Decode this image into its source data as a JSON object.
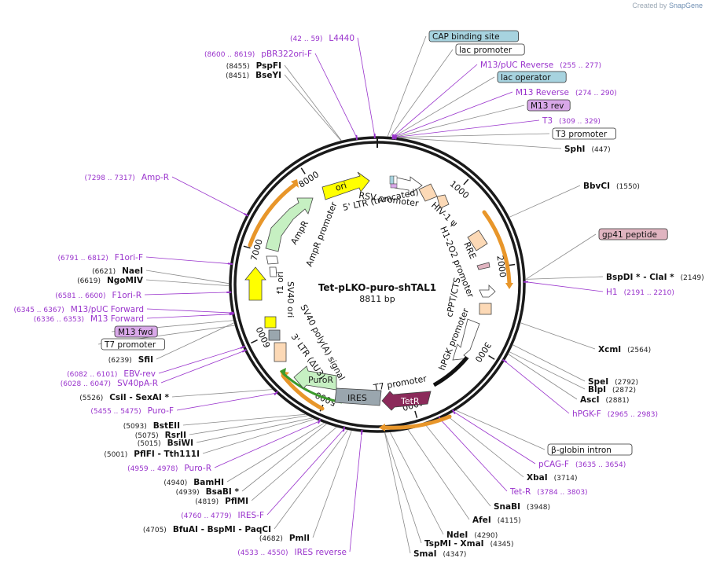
{
  "credit": {
    "prefix": "Created by",
    "brand": "SnapGene"
  },
  "plasmid": {
    "name": "Tet-pLKO-puro-shTAL1",
    "length": "8811 bp"
  },
  "colors": {
    "backbone": "#1a1a1a",
    "label": "#111111",
    "primer": "#9933cc",
    "orange": "#e8962a",
    "yellow": "#ffff00",
    "green": "#c6f0c2",
    "puro": "#4ea837",
    "ires": "#9aa6ae",
    "tetr": "#8b2a5a",
    "peach": "#fcd9b6",
    "white": "#ffffff",
    "blue_feature": "#a7d3df",
    "pink_feature": "#d8a8e8",
    "gp41": "#e0b4c0"
  },
  "ticks": [
    "1000",
    "2000",
    "3000",
    "4000",
    "5000",
    "6000",
    "7000",
    "8000"
  ],
  "site_labels": [
    {
      "pos": "(8600 .. 8619)",
      "name": "pBR322ori-F",
      "kind": "primer"
    },
    {
      "pos": "(42 .. 59)",
      "name": "L4440",
      "kind": "primer"
    },
    {
      "pos": "",
      "name": "CAP binding site",
      "kind": "box-blue"
    },
    {
      "pos": "",
      "name": "lac promoter",
      "kind": "box-white"
    },
    {
      "pos": "(255 .. 277)",
      "name": "M13/pUC Reverse",
      "kind": "primer",
      "pos_after": true
    },
    {
      "pos": "",
      "name": "lac operator",
      "kind": "box-blue"
    },
    {
      "pos": "(274 .. 290)",
      "name": "M13 Reverse",
      "kind": "primer",
      "pos_after": true
    },
    {
      "pos": "",
      "name": "M13 rev",
      "kind": "box-pink"
    },
    {
      "pos": "(309 .. 329)",
      "name": "T3",
      "kind": "primer",
      "pos_after": true
    },
    {
      "pos": "",
      "name": "T3 promoter",
      "kind": "box-white"
    },
    {
      "pos": "(447)",
      "name": "SphI",
      "kind": "enzyme",
      "pos_after": true
    },
    {
      "pos": "(8455)",
      "name": "PspFI",
      "kind": "enzyme"
    },
    {
      "pos": "(8451)",
      "name": "BseYI",
      "kind": "enzyme"
    },
    {
      "pos": "(1550)",
      "name": "BbvCI",
      "kind": "enzyme",
      "pos_after": true
    },
    {
      "pos": "(7298 .. 7317)",
      "name": "Amp-R",
      "kind": "primer"
    },
    {
      "pos": "",
      "name": "gp41 peptide",
      "kind": "box-gp41"
    },
    {
      "pos": "(6791 .. 6812)",
      "name": "F1ori-F",
      "kind": "primer"
    },
    {
      "pos": "(6621)",
      "name": "NaeI",
      "kind": "enzyme"
    },
    {
      "pos": "(6619)",
      "name": "NgoMIV",
      "kind": "enzyme"
    },
    {
      "pos": "(2149)",
      "name": "BspDI * - ClaI *",
      "kind": "enzyme",
      "pos_after": true
    },
    {
      "pos": "(6581 .. 6600)",
      "name": "F1ori-R",
      "kind": "primer"
    },
    {
      "pos": "(2191 .. 2210)",
      "name": "H1",
      "kind": "primer",
      "pos_after": true
    },
    {
      "pos": "(6345 .. 6367)",
      "name": "M13/pUC Forward",
      "kind": "primer"
    },
    {
      "pos": "(6336 .. 6353)",
      "name": "M13 Forward",
      "kind": "primer"
    },
    {
      "pos": "",
      "name": "M13 fwd",
      "kind": "box-pink"
    },
    {
      "pos": "",
      "name": "T7 promoter",
      "kind": "box-white"
    },
    {
      "pos": "(2564)",
      "name": "XcmI",
      "kind": "enzyme",
      "pos_after": true
    },
    {
      "pos": "(6239)",
      "name": "SfiI",
      "kind": "enzyme"
    },
    {
      "pos": "(6082 .. 6101)",
      "name": "EBV-rev",
      "kind": "primer"
    },
    {
      "pos": "(6028 .. 6047)",
      "name": "SV40pA-R",
      "kind": "primer"
    },
    {
      "pos": "(2792)",
      "name": "SpeI",
      "kind": "enzyme",
      "pos_after": true
    },
    {
      "pos": "(2872)",
      "name": "BlpI",
      "kind": "enzyme",
      "pos_after": true
    },
    {
      "pos": "(2881)",
      "name": "AscI",
      "kind": "enzyme",
      "pos_after": true
    },
    {
      "pos": "(5526)",
      "name": "CsiI - SexAI *",
      "kind": "enzyme"
    },
    {
      "pos": "(2965 .. 2983)",
      "name": "hPGK-F",
      "kind": "primer",
      "pos_after": true
    },
    {
      "pos": "(5455 .. 5475)",
      "name": "Puro-F",
      "kind": "primer"
    },
    {
      "pos": "(5093)",
      "name": "BstEII",
      "kind": "enzyme"
    },
    {
      "pos": "(5075)",
      "name": "RsrII",
      "kind": "enzyme"
    },
    {
      "pos": "(5015)",
      "name": "BsiWI",
      "kind": "enzyme"
    },
    {
      "pos": "(5001)",
      "name": "PflFI - Tth111I",
      "kind": "enzyme"
    },
    {
      "pos": "",
      "name": "β-globin intron",
      "kind": "box-white"
    },
    {
      "pos": "(3635 .. 3654)",
      "name": "pCAG-F",
      "kind": "primer",
      "pos_after": true
    },
    {
      "pos": "(4959 .. 4978)",
      "name": "Puro-R",
      "kind": "primer"
    },
    {
      "pos": "(3714)",
      "name": "XbaI",
      "kind": "enzyme",
      "pos_after": true
    },
    {
      "pos": "(4940)",
      "name": "BamHI",
      "kind": "enzyme"
    },
    {
      "pos": "(4939)",
      "name": "BsaBI *",
      "kind": "enzyme"
    },
    {
      "pos": "(4819)",
      "name": "PflMI",
      "kind": "enzyme"
    },
    {
      "pos": "(3784 .. 3803)",
      "name": "Tet-R",
      "kind": "primer",
      "pos_after": true
    },
    {
      "pos": "(3948)",
      "name": "SnaBI",
      "kind": "enzyme",
      "pos_after": true
    },
    {
      "pos": "(4760 .. 4779)",
      "name": "IRES-F",
      "kind": "primer"
    },
    {
      "pos": "(4115)",
      "name": "AfeI",
      "kind": "enzyme",
      "pos_after": true
    },
    {
      "pos": "(4705)",
      "name": "BfuAI - BspMI - PaqCI",
      "kind": "enzyme"
    },
    {
      "pos": "(4682)",
      "name": "PmlI",
      "kind": "enzyme"
    },
    {
      "pos": "(4290)",
      "name": "NdeI",
      "kind": "enzyme",
      "pos_after": true
    },
    {
      "pos": "(4345)",
      "name": "TspMI - XmaI",
      "kind": "enzyme",
      "pos_after": true
    },
    {
      "pos": "(4533 .. 4550)",
      "name": "IRES reverse",
      "kind": "primer"
    },
    {
      "pos": "(4347)",
      "name": "SmaI",
      "kind": "enzyme",
      "pos_after": true
    }
  ],
  "features": [
    {
      "name": "ori"
    },
    {
      "name": "AmpR"
    },
    {
      "name": "AmpR promoter"
    },
    {
      "name": "f1 ori"
    },
    {
      "name": "SV40 ori"
    },
    {
      "name": "SV40 poly(A) signal"
    },
    {
      "name": "3' LTR (ΔU3)"
    },
    {
      "name": "PuroR"
    },
    {
      "name": "IRES"
    },
    {
      "name": "TetR"
    },
    {
      "name": "T7 promoter"
    },
    {
      "name": "hPGK promoter"
    },
    {
      "name": "cPPT/CTS"
    },
    {
      "name": "H1-2O2 promoter"
    },
    {
      "name": "RRE"
    },
    {
      "name": "HIV-1 ψ"
    },
    {
      "name": "5' LTR (truncated)"
    },
    {
      "name": "RSV promoter"
    }
  ]
}
